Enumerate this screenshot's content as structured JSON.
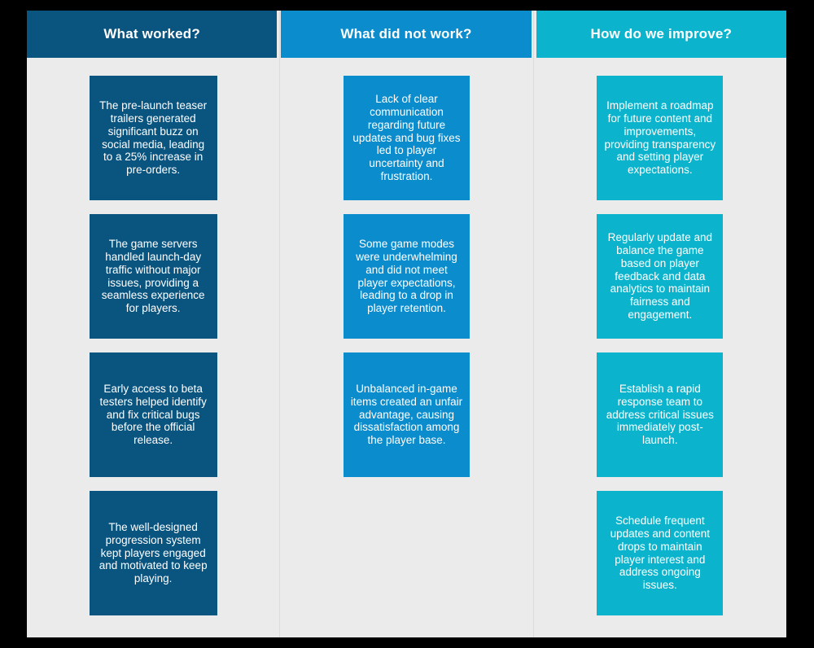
{
  "board": {
    "background_color": "#ebebeb",
    "outer_background_color": "#000000",
    "divider_color": "#dcdcdc"
  },
  "columns": [
    {
      "id": "what-worked",
      "header": "What worked?",
      "header_color": "#0a5480",
      "card_color": "#0a5480",
      "cards": [
        "The pre-launch teaser trailers generated significant buzz on social media, leading to a 25% increase in pre-orders.",
        "The game servers handled launch-day traffic without major issues, providing a seamless experience for players.",
        "Early access to beta testers helped identify and fix critical bugs before the official release.",
        "The well-designed progression system kept players engaged and motivated to keep playing."
      ]
    },
    {
      "id": "what-did-not-work",
      "header": "What did not work?",
      "header_color": "#0a8ccd",
      "card_color": "#0a8ccd",
      "cards": [
        "Lack of clear communication regarding future updates and bug fixes led to player uncertainty and frustration.",
        "Some game modes were underwhelming and did not meet player expectations, leading to a drop in player retention.",
        "Unbalanced in-game items created an unfair advantage, causing dissatisfaction among the player base."
      ]
    },
    {
      "id": "how-do-we-improve",
      "header": "How do we improve?",
      "header_color": "#0bb4cc",
      "card_color": "#0bb4cc",
      "cards": [
        "Implement a roadmap for future content and improvements, providing transparency and setting player expectations.",
        "Regularly update and balance the game based on player feedback and data analytics to maintain fairness and engagement.",
        "Establish a rapid response team to address critical issues immediately post-launch.",
        "Schedule frequent updates and content drops to maintain player interest and address ongoing issues."
      ]
    }
  ]
}
